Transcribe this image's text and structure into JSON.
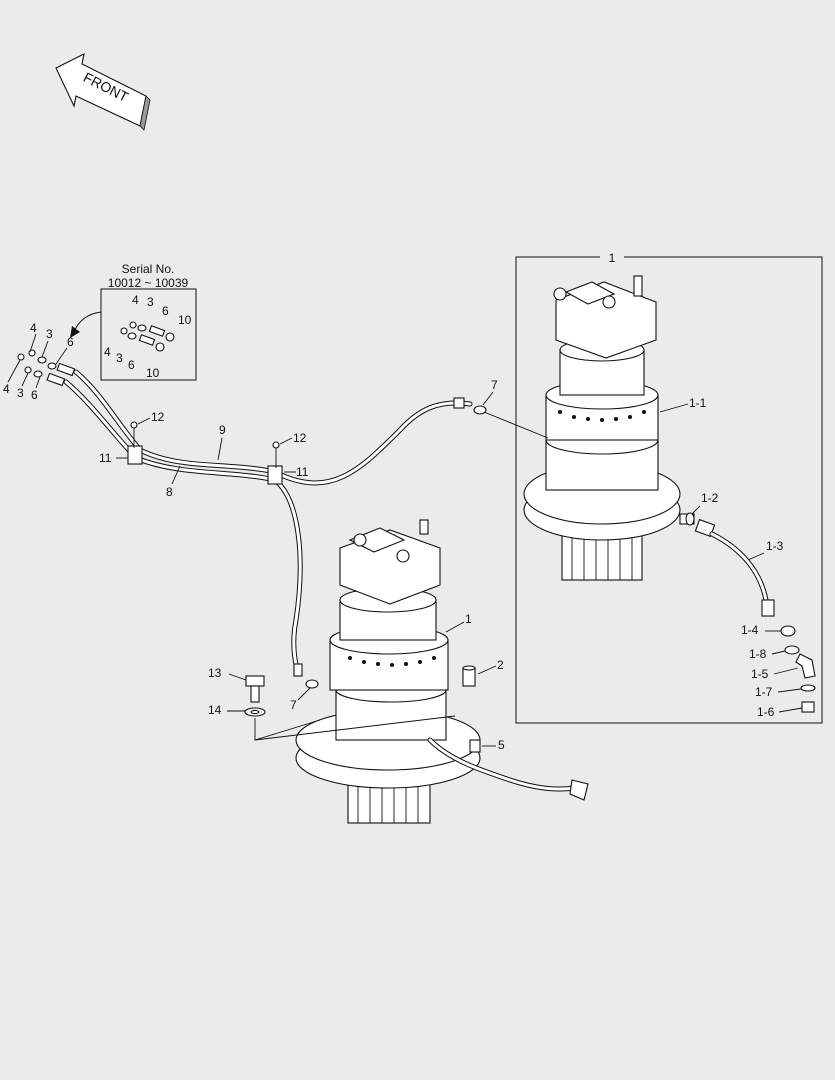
{
  "direction": {
    "label": "FRONT",
    "icon": "front-arrow-icon"
  },
  "inset": {
    "title_line1": "Serial No.",
    "title_line2": "10012 ~ 10039",
    "labels": [
      "4",
      "3",
      "6",
      "10",
      "4",
      "3",
      "6",
      "10"
    ]
  },
  "callouts": {
    "left_fittings": [
      "4",
      "3",
      "6",
      "4",
      "3",
      "6"
    ],
    "hose_9": "9",
    "hose_8": "8",
    "clamp_11_left": "11",
    "clamp_11_right": "11",
    "bolt_12_left": "12",
    "bolt_12_right": "12",
    "fitting_7_top": "7",
    "fitting_7_bottom": "7",
    "motor_1_front": "1",
    "plug_2": "2",
    "bolt_13": "13",
    "washer_14": "14",
    "plug_5": "5"
  },
  "detail_box": {
    "title": "1",
    "parts": [
      "1-1",
      "1-2",
      "1-3",
      "1-4",
      "1-8",
      "1-5",
      "1-7",
      "1-6"
    ]
  }
}
